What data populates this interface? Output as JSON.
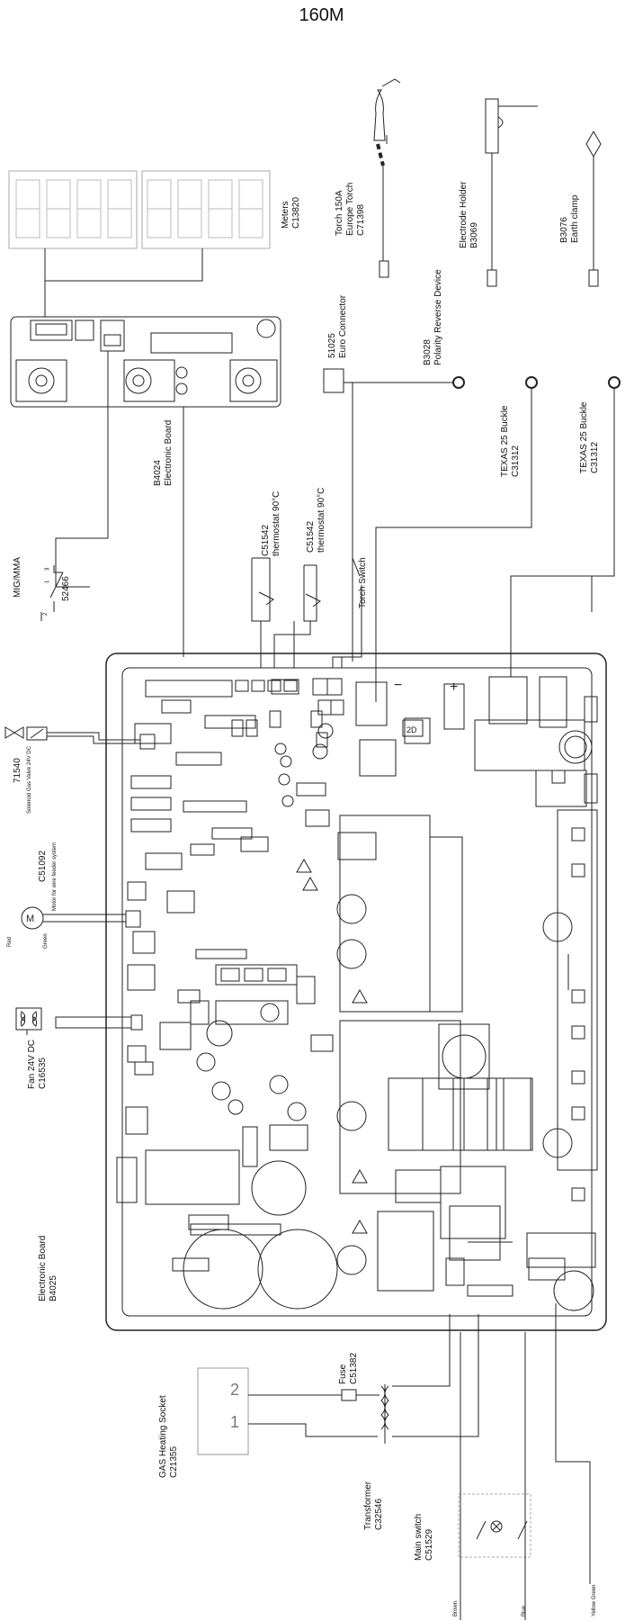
{
  "title": "160M",
  "components": {
    "meters": {
      "name": "Meters",
      "code": "C13820"
    },
    "torch": {
      "name": "Torch 150A",
      "variant": "Europe Torch",
      "code": "C71398"
    },
    "electrode_holder": {
      "name": "Electrode Holder",
      "code": "B3069"
    },
    "earth_clamp": {
      "code": "B3076",
      "name": "Earth clamp"
    },
    "euro_connector": {
      "code": "51025",
      "name": "Euro Connector"
    },
    "polarity_reverse": {
      "code": "B3028",
      "name": "Polarity Reverse Device"
    },
    "buckle_1": {
      "name": "TEXAS 25 Buckle",
      "code": "C31312"
    },
    "buckle_2": {
      "name": "TEXAS 25 Buckle",
      "code": "C31312"
    },
    "board_top": {
      "code": "B4024",
      "name": "Electronic Board"
    },
    "mig_switch": {
      "name": "MIG/MMA",
      "code": "52466",
      "pin1": "1",
      "pin2": "2",
      "pin3": "3"
    },
    "thermostat_1": {
      "code": "C51542",
      "name": "thermostat 90°C"
    },
    "thermostat_2": {
      "code": "C51542",
      "name": "thermostat 90°C"
    },
    "torch_switch": {
      "name": "Torch Switch"
    },
    "gas_valve": {
      "code": "71540",
      "name": "Solenoid Gas Valve 24V DC"
    },
    "motor": {
      "code": "C51092",
      "name": "Motor for wire feeder system",
      "red": "Red",
      "green": "Green",
      "symbol": "M"
    },
    "fan": {
      "name": "Fan 24V DC",
      "code": "C16535"
    },
    "board_main": {
      "name": "Electronic Board",
      "code": "B4025"
    },
    "gas_socket": {
      "name": "GAS Heating Socket",
      "code": "C21355",
      "pin2": "2",
      "pin1": "1"
    },
    "fuse": {
      "name": "Fuse",
      "code": "C51382"
    },
    "transformer": {
      "name": "Transformer",
      "code": "C32546"
    },
    "main_switch": {
      "name": "Main switch",
      "code": "C51529"
    },
    "wires": {
      "brown": "Brown",
      "blue": "Blue",
      "yellow_green": "Yellow Green"
    },
    "board_marks": {
      "minus": "−",
      "plus": "+",
      "box_2d": "2D"
    }
  }
}
